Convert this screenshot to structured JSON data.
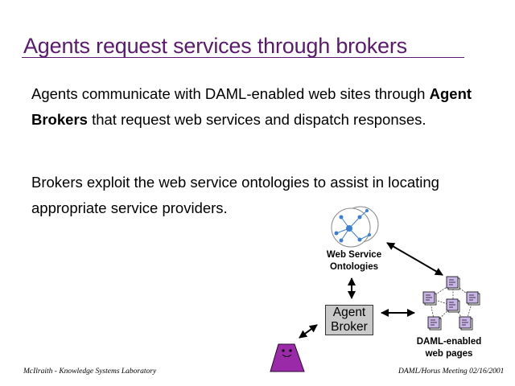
{
  "slide": {
    "title": "Agents request services through brokers",
    "paragraph1": {
      "before": "Agents communicate with DAML-enabled web sites through ",
      "bold": "Agent Brokers",
      "after": " that request web services and dispatch responses."
    },
    "paragraph2": "Brokers exploit the web service ontologies to assist in locating appropriate service providers."
  },
  "diagram": {
    "ontologies_label_line1": "Web Service",
    "ontologies_label_line2": "Ontologies",
    "broker_line1": "Agent",
    "broker_line2": "Broker",
    "webpages_label_line1": "DAML-enabled",
    "webpages_label_line2": "web pages",
    "icons": [
      "ontology-graph-icon",
      "web-page-icon",
      "agent-figure-icon"
    ],
    "colors": {
      "title": "#5a1a6e",
      "agent": "#9b2aa8",
      "pages": "#c9b6e6",
      "broker": "#c9c9c9",
      "nodes": "#3a7fd1"
    }
  },
  "footer": {
    "left": "McIlraith - Knowledge Systems Laboratory",
    "right": "DAML/Horus Meeting 02/16/2001"
  }
}
